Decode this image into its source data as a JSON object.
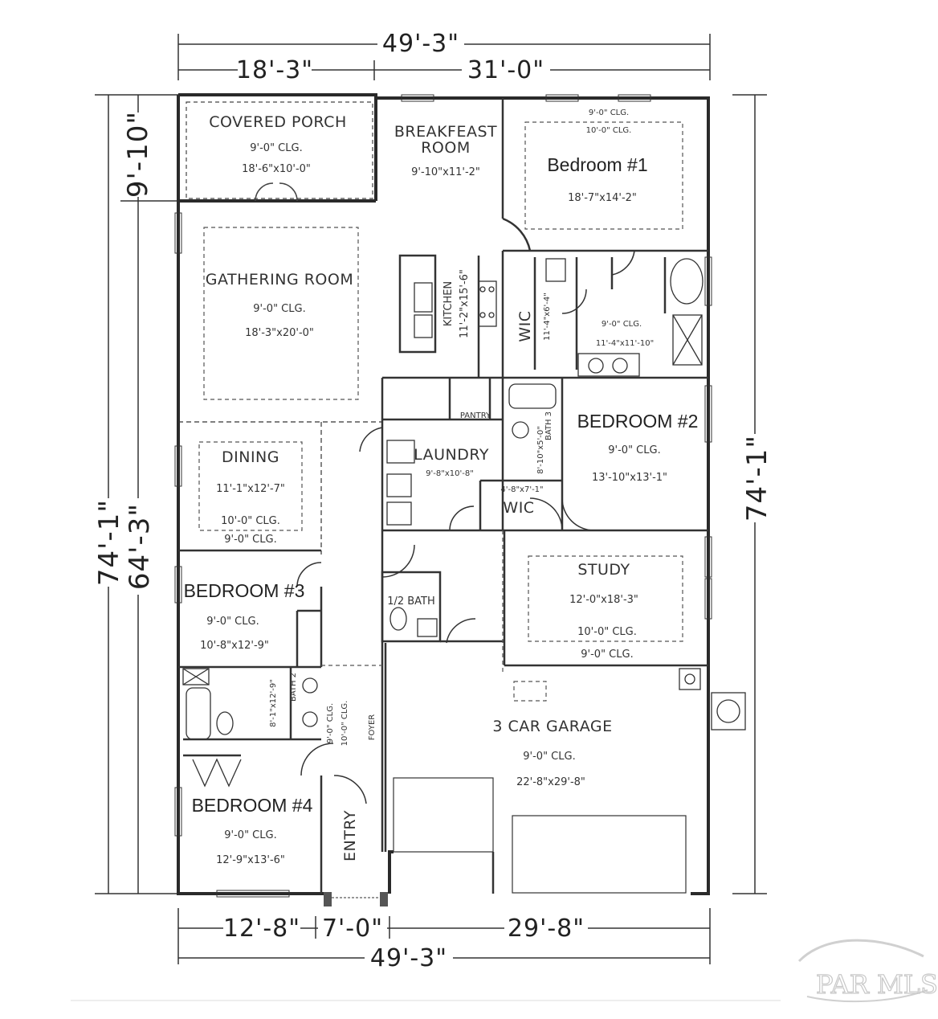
{
  "dimensions": {
    "top_total": "49'-3\"",
    "top_left": "18'-3\"",
    "top_right": "31'-0\"",
    "bottom_left": "12'-8\"",
    "bottom_mid": "7'-0\"",
    "bottom_right": "29'-8\"",
    "bottom_total": "49'-3\"",
    "left_porch": "9'-10\"",
    "left_total": "74'-1\"",
    "left_main": "64'-3\"",
    "right_total": "74'-1\""
  },
  "rooms": {
    "porch": {
      "name": "COVERED PORCH",
      "clg": "9'-0\" CLG.",
      "size": "18'-6\"x10'-0\""
    },
    "breakfast": {
      "name1": "BREAKFEAST",
      "name2": "ROOM",
      "size": "9'-10\"x11'-2\""
    },
    "bed1": {
      "clg1": "9'-0\" CLG.",
      "clg2": "10'-0\" CLG.",
      "name": "Bedroom #1",
      "size": "18'-7\"x14'-2\""
    },
    "gathering": {
      "name": "GATHERING ROOM",
      "clg": "9'-0\" CLG.",
      "size": "18'-3\"x20'-0\""
    },
    "kitchen": {
      "name": "KITCHEN",
      "size": "11'-2\"x15'-6\""
    },
    "wic1": {
      "name": "WIC",
      "size": "11'-4\"x6'-4\""
    },
    "master_bath": {
      "clg": "9'-0\" CLG.",
      "size": "11'-4\"x11'-10\""
    },
    "pantry": {
      "name": "PANTRY"
    },
    "laundry": {
      "name": "LAUNDRY",
      "size": "9'-8\"x10'-8\""
    },
    "bath3": {
      "name": "BATH 3",
      "size": "8'-10\"x5'-0\""
    },
    "bed2": {
      "name": "BEDROOM #2",
      "clg": "9'-0\" CLG.",
      "size": "13'-10\"x13'-1\""
    },
    "wic2": {
      "size": "4'-8\"x7'-1\"",
      "name": "WIC"
    },
    "dining": {
      "name": "DINING",
      "size": "11'-1\"x12'-7\"",
      "clg1": "10'-0\" CLG.",
      "clg2": "9'-0\" CLG."
    },
    "bed3": {
      "name": "BEDROOM #3",
      "clg": "9'-0\" CLG.",
      "size": "10'-8\"x12'-9\""
    },
    "half_bath": {
      "name": "1/2 BATH"
    },
    "study": {
      "name": "STUDY",
      "size": "12'-0\"x18'-3\"",
      "clg1": "10'-0\" CLG.",
      "clg2": "9'-0\" CLG."
    },
    "bath2": {
      "name": "BATH 2",
      "size": "8'-1\"x12'-9\""
    },
    "foyer": {
      "name": "FOYER",
      "clg1": "9'-0\" CLG.",
      "clg2": "10'-0\" CLG."
    },
    "garage": {
      "name": "3 CAR GARAGE",
      "clg": "9'-0\" CLG.",
      "size": "22'-8\"x29'-8\""
    },
    "bed4": {
      "name": "BEDROOM #4",
      "clg": "9'-0\" CLG.",
      "size": "12'-9\"x13'-6\""
    },
    "entry": {
      "name": "ENTRY"
    }
  },
  "watermark": "PAR MLS",
  "colors": {
    "wall": "#2a2a2a",
    "line": "#444444",
    "dash": "#555555"
  }
}
